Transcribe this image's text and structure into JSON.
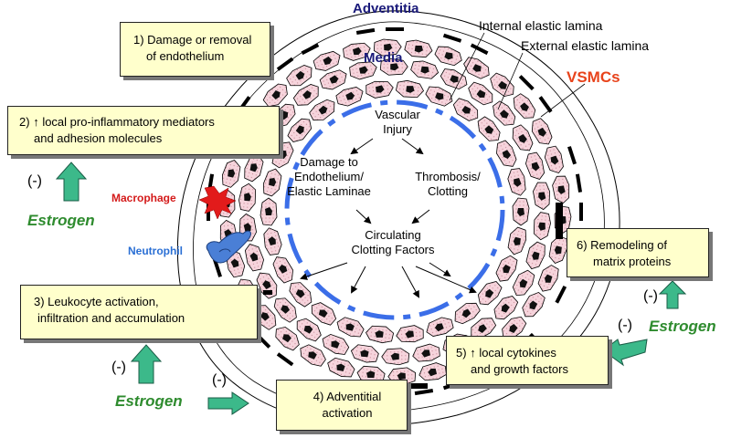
{
  "layers": {
    "adventitia": "Adventitia",
    "media": "Media",
    "internal_elastic": "Internal elastic lamina",
    "external_elastic": "External elastic lamina",
    "vsmcs": "VSMCs"
  },
  "center": {
    "vascular_injury_1": "Vascular",
    "vascular_injury_2": "Injury",
    "damage_1": "Damage to",
    "damage_2": "Endothelium/",
    "damage_3": "Elastic Laminae",
    "thrombosis_1": "Thrombosis/",
    "thrombosis_2": "Clotting",
    "circulating_1": "Circulating",
    "circulating_2": "Clotting Factors"
  },
  "cells": {
    "macrophage": "Macrophage",
    "neutrophil": "Neutrophil"
  },
  "steps": {
    "s1_line1": "1) Damage or removal",
    "s1_line2": "of endothelium",
    "s2_line1_a": "2)",
    "s2_line1_b": "local pro-inflammatory mediators",
    "s2_line2": "and adhesion molecules",
    "s3_line1": "3) Leukocyte activation,",
    "s3_line2": "infiltration and accumulation",
    "s4_line1": "4) Adventitial",
    "s4_line2": "activation",
    "s5_line1_a": "5)",
    "s5_line1_b": "local cytokines",
    "s5_line2": "and growth factors",
    "s6_line1": "6) Remodeling of",
    "s6_line2": "matrix proteins"
  },
  "modulators": {
    "estrogen_left": "Estrogen",
    "estrogen_bottom": "Estrogen",
    "estrogen_right": "Estrogen",
    "minus_left": "(-)",
    "minus_mid": "(-)",
    "minus_bottom": "(-)",
    "minus_right_upper": "(-)",
    "minus_right_lower": "(-)"
  },
  "colors": {
    "box_fill": "#ffffcc",
    "estrogen_green": "#2e8b2e",
    "arrow_teal": "#3cb98a",
    "vsmc_red": "#e8431b",
    "lamina_dash_blue": "#3b6ee8",
    "vsmc_pink": "#f6d4dc",
    "neutrophil_blue": "#4a7fd6",
    "macrophage_red": "#e21b1b"
  }
}
